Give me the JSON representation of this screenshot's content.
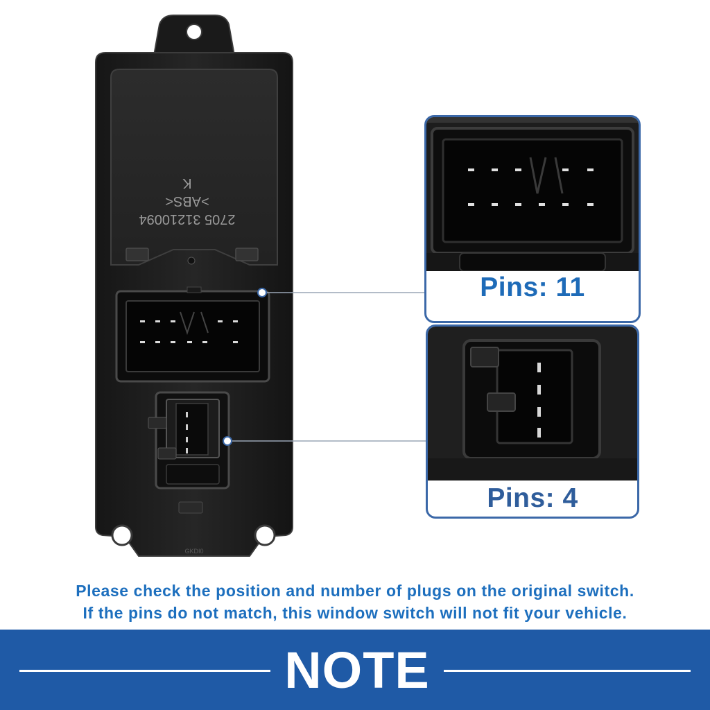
{
  "product": {
    "molded_text_line1": "2705 31210094",
    "molded_text_line2": ">ABS<",
    "molded_text_line3": "K",
    "bottom_mark": "GKDI0"
  },
  "panels": [
    {
      "pins_label": "Pins: 11"
    },
    {
      "pins_label": "Pins: 4"
    }
  ],
  "notice": {
    "line1": "Please check the position and number of plugs on the original switch.",
    "line2": "If the pins do not match, this window switch will not fit your vehicle."
  },
  "banner": {
    "title": "NOTE"
  },
  "colors": {
    "accent_blue": "#1e6bb8",
    "banner_blue": "#1f5aa6",
    "panel_border": "#3b68a8"
  }
}
